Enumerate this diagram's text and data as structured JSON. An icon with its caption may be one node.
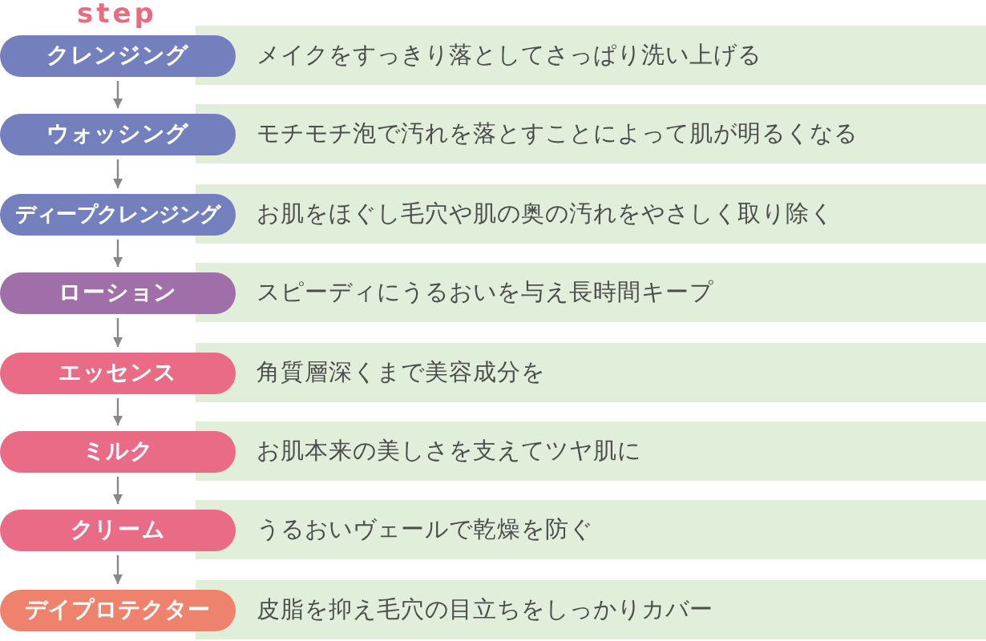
{
  "diagram": {
    "nodes": [
      {
        "text": [
          "クレンジング"
        ]
      },
      {
        "text": [
          "メイクをすっきり落としてさっぱり洗い上げる"
        ]
      },
      {
        "text": [
          "ウォッシング"
        ]
      },
      {
        "text": [
          "モチモチ泡で汚れを落とすことによって肌が明るくなる"
        ]
      },
      {
        "text": [
          "ディープクレンジング"
        ]
      },
      {
        "text": [
          "お肌をほぐし毛穴や肌の奥の汚れをやさしく取り除く"
        ]
      },
      {
        "text": [
          "ローション"
        ]
      },
      {
        "text": [
          "スピーディにうるおいを与え長時間キープ"
        ]
      },
      {
        "text": [
          "エッセンス"
        ]
      },
      {
        "text": [
          "角質層深くまで美容成分を"
        ]
      },
      {
        "text": [
          "ミルク"
        ]
      },
      {
        "text": [
          "お肌本来の美しさを支えてツヤ肌に"
        ]
      },
      {
        "text": [
          "クリーム"
        ]
      },
      {
        "text": [
          "うるおいヴェールで乾燥を防ぐ"
        ]
      },
      {
        "text": [
          "デイプロテクター"
        ]
      },
      {
        "text": [
          "皮脂を抑え毛穴の目立ちをしっかりカバー"
        ]
      }
    ],
    "edges": [
      {
        "from": 0,
        "to": 2,
        "arrow": "to"
      },
      {
        "from": 2,
        "to": 4,
        "arrow": "to"
      },
      {
        "from": 4,
        "to": 6,
        "arrow": "to"
      },
      {
        "from": 6,
        "to": 8,
        "arrow": "to"
      },
      {
        "from": 8,
        "to": 10,
        "arrow": "to"
      },
      {
        "from": 10,
        "to": 12,
        "arrow": "to"
      },
      {
        "from": 12,
        "to": 14,
        "arrow": "to"
      }
    ],
    "labels": [
      "step"
    ]
  }
}
